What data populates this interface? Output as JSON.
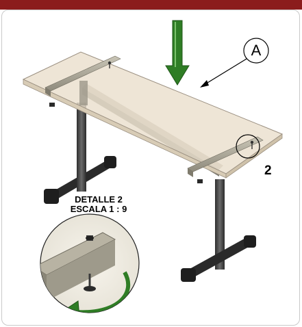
{
  "callout": {
    "letter": "A"
  },
  "detail": {
    "number": "2",
    "title_line1": "DETALLE 2",
    "title_line2": "ESCALA 1 : 9"
  },
  "colors": {
    "tabletop": "#eadfcd",
    "tabletop_edge": "#9a8f80",
    "frame": "#4a4a4a",
    "rail": "#a8a495",
    "arrow_green": "#2f7d25",
    "accent_bar": "#8b1c1c"
  }
}
